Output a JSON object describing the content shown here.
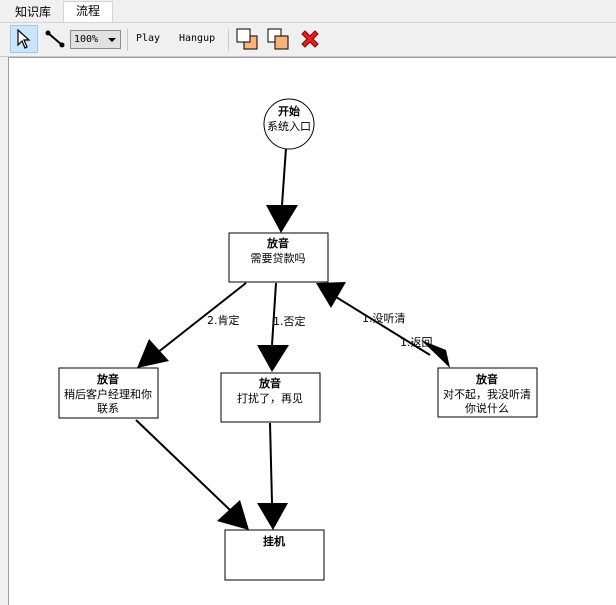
{
  "tabs": [
    {
      "label": "知识库"
    },
    {
      "label": "流程"
    }
  ],
  "toolbar": {
    "zoom": "100%",
    "play": "Play",
    "hangup": "Hangup"
  },
  "nodes": {
    "start": {
      "title": "开始",
      "text": "系统入口"
    },
    "ask": {
      "title": "放音",
      "text": "需要贷款吗"
    },
    "later": {
      "title": "放音",
      "text1": "稍后客户经理和你",
      "text2": "联系"
    },
    "bye": {
      "title": "放音",
      "text": "打扰了，再见"
    },
    "sorry": {
      "title": "放音",
      "text1": "对不起，我没听清",
      "text2": "你说什么"
    },
    "hangup": {
      "title": "挂机"
    }
  },
  "edges": {
    "yes": "2.肯定",
    "no": "1.否定",
    "unclear": "1.没听清",
    "back": "1.返回"
  }
}
